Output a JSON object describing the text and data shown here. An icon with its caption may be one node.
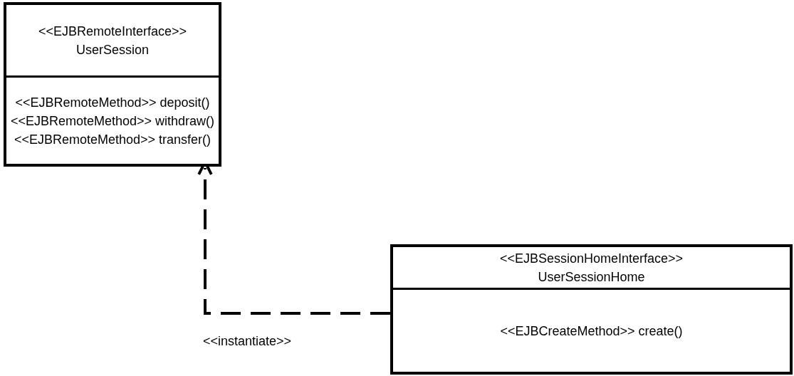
{
  "diagram": {
    "nodes": [
      {
        "text": [],
        "shape": "box"
      },
      {
        "text": [
          "<<EJBRemoteInterface>>",
          "UserSession"
        ],
        "in": 0
      },
      {
        "text": [
          "<<EJBRemoteMethod>> deposit()",
          "<<EJBRemoteMethod>> withdraw()",
          "<<EJBRemoteMethod>> transfer()"
        ],
        "in": 0
      },
      {
        "text": [],
        "shape": "box"
      },
      {
        "text": [
          "<<EJBSessionHomeInterface>>",
          "UserSessionHome"
        ],
        "in": 3
      },
      {
        "text": [
          "<<EJBCreateMethod>> create()"
        ],
        "in": 3
      }
    ],
    "edges": [
      {
        "from": 3,
        "to": 0,
        "arrow": "to",
        "style": "dashed",
        "label": "<<instantiate>>"
      }
    ]
  }
}
